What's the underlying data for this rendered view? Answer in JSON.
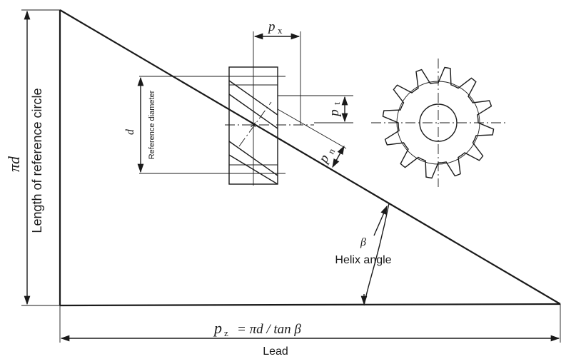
{
  "labels": {
    "pi_d": "πd",
    "circumference": "Length of reference circle",
    "d": "d",
    "reference_diameter": "Reference diameter",
    "px": "p",
    "px_sub": "x",
    "pt": "p",
    "pt_sub": "t",
    "pn": "p",
    "pn_sub": "n",
    "beta": "β",
    "helix_angle": "Helix angle",
    "pz": "p",
    "pz_sub": "z",
    "pz_formula": "= πd / tan β",
    "lead": "Lead"
  },
  "colors": {
    "ink": "#1a1a1a",
    "background": "#ffffff"
  }
}
